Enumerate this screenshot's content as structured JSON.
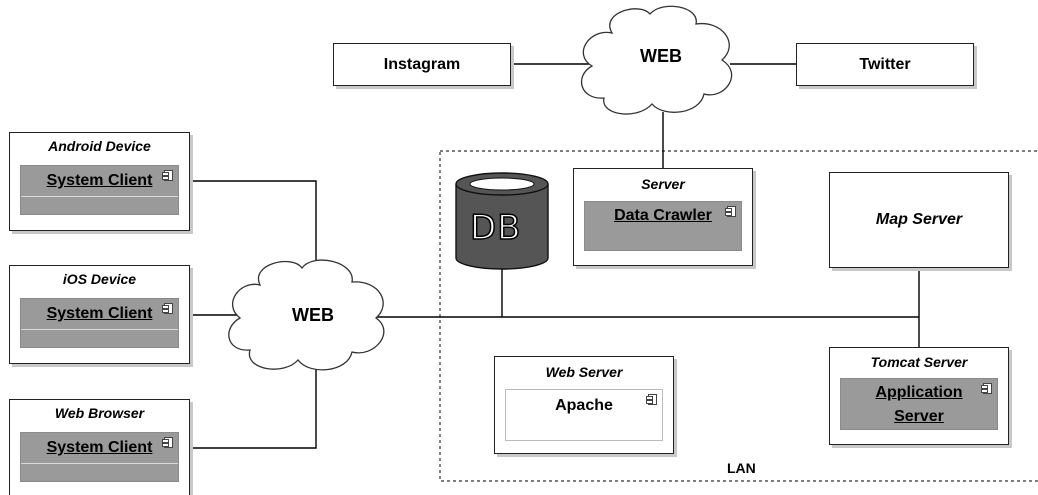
{
  "clouds": {
    "top_label": "WEB",
    "left_label": "WEB"
  },
  "services": {
    "instagram": "Instagram",
    "twitter": "Twitter"
  },
  "devices": [
    {
      "title": "Android Device",
      "component": "System Client"
    },
    {
      "title": "iOS Device",
      "component": "System Client"
    },
    {
      "title": "Web Browser",
      "component": "System Client"
    }
  ],
  "database": {
    "label": "DB"
  },
  "server": {
    "title": "Server",
    "component": "Data Crawler"
  },
  "map_server": {
    "title": "Map Server"
  },
  "web_server": {
    "title": "Web Server",
    "component": "Apache"
  },
  "tomcat": {
    "title": "Tomcat Server",
    "component_line1": "Application",
    "component_line2": "Server"
  },
  "lan": {
    "label": "LAN"
  }
}
